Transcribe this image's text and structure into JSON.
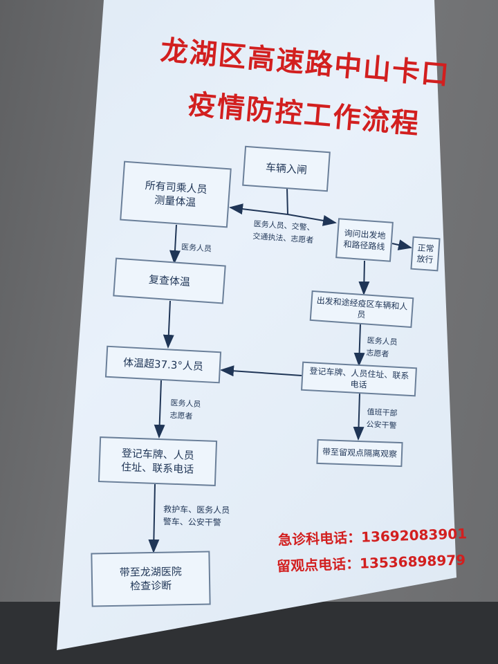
{
  "title": {
    "line1": "龙湖区高速路中山卡口",
    "line2": "疫情防控工作流程"
  },
  "flow": {
    "vehicle_entry": "车辆入闸",
    "all_passengers_temp": "所有司乘人员\n测量体温",
    "ask_origin_route": "询问出发地\n和路径路线",
    "normal_pass": "正常\n放行",
    "recheck_temp": "复查体温",
    "from_epidemic_area": "出发和途经疫区车辆和人员",
    "temp_over": "体温超37.3°人员",
    "register_mid": "登记车牌、人员住址、联系电话",
    "to_observation": "带至留观点隔离观察",
    "register_left": "登记车牌、人员\n住址、联系电话",
    "to_hospital": "带至龙湖医院\n检查诊断"
  },
  "labels": {
    "staff_group": "医务人员、交警、\n交通执法、志愿者",
    "medical_staff": "医务人员",
    "medical_volunteer_right": "医务人员\n志愿者",
    "medical_volunteer_left": "医务人员\n志愿者",
    "cadre_police": "值班干部\n公安干警",
    "ambulance_group": "救护车、医务人员\n警车、公安干警"
  },
  "phones": {
    "emergency": "急诊科电话：13692083901",
    "observation": "留观点电话：13536898979"
  },
  "colors": {
    "title_red": "#d21f1f",
    "box_border": "#6a7f99",
    "text_navy": "#1f3556"
  }
}
